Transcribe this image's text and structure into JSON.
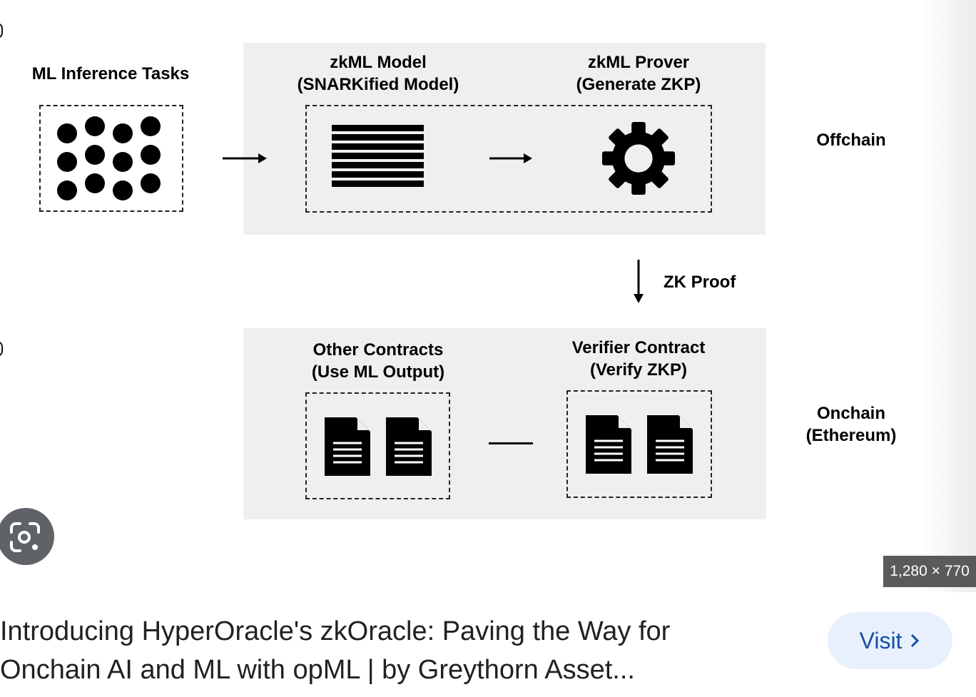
{
  "diagram": {
    "ml_tasks_label": "ML Inference Tasks",
    "model_label_line1": "zkML Model",
    "model_label_line2": "(SNARKified Model)",
    "prover_label_line1": "zkML Prover",
    "prover_label_line2": "(Generate ZKP)",
    "offchain_label": "Offchain",
    "zk_proof_label": "ZK Proof",
    "other_contracts_line1": "Other Contracts",
    "other_contracts_line2": "(Use ML Output)",
    "verifier_line1": "Verifier Contract",
    "verifier_line2": "(Verify ZKP)",
    "onchain_line1": "Onchain",
    "onchain_line2": "(Ethereum)"
  },
  "viewer": {
    "image_dimensions": "1,280 × 770",
    "lens_icon": "google-lens-icon"
  },
  "result": {
    "title_line1": "Introducing HyperOracle's zkOracle: Paving the Way for",
    "title_line2": "Onchain AI and ML with opML | by Greythorn Asset...",
    "visit_label": "Visit",
    "visit_icon": "chevron-right-icon",
    "accent_color": "#174ea6",
    "button_bg": "#e8f0fe"
  }
}
